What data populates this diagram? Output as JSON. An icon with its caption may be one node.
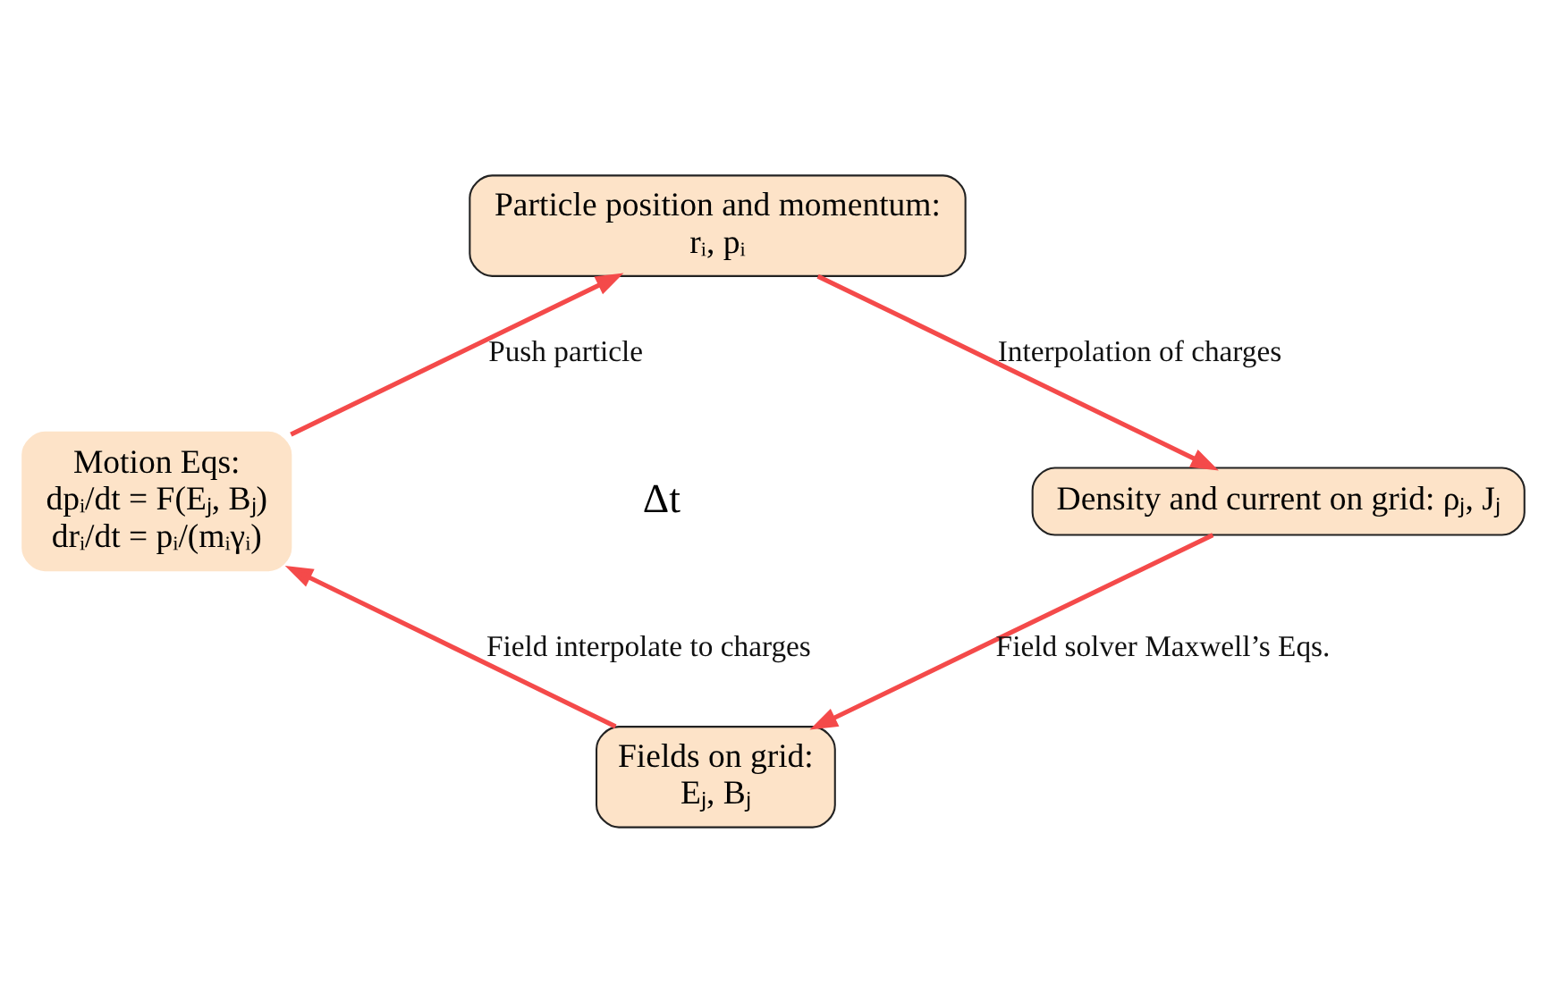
{
  "diagram": {
    "nodes": [
      {
        "text": [
          "Particle position and momentum:",
          "rᵢ, pᵢ"
        ]
      },
      {
        "text": [
          "Density and current on grid: ρⱼ, Jⱼ"
        ]
      },
      {
        "text": [
          "Fields on grid:",
          "Eⱼ, Bⱼ"
        ]
      },
      {
        "text": [
          "Motion Eqs:",
          "dpᵢ/dt = F(Eⱼ, Bⱼ)",
          "drᵢ/dt = pᵢ/(mᵢγᵢ)"
        ]
      }
    ],
    "edges": [
      {
        "from": 0,
        "to": 1,
        "arrow": "to",
        "label": "Interpolation of charges"
      },
      {
        "from": 1,
        "to": 2,
        "arrow": "to",
        "label": "Field solver Maxwell’s Eqs."
      },
      {
        "from": 2,
        "to": 3,
        "arrow": "to",
        "label": "Field interpolate to charges"
      },
      {
        "from": 3,
        "to": 0,
        "arrow": "to",
        "label": "Push particle"
      }
    ],
    "labels": [
      "Δt"
    ]
  }
}
